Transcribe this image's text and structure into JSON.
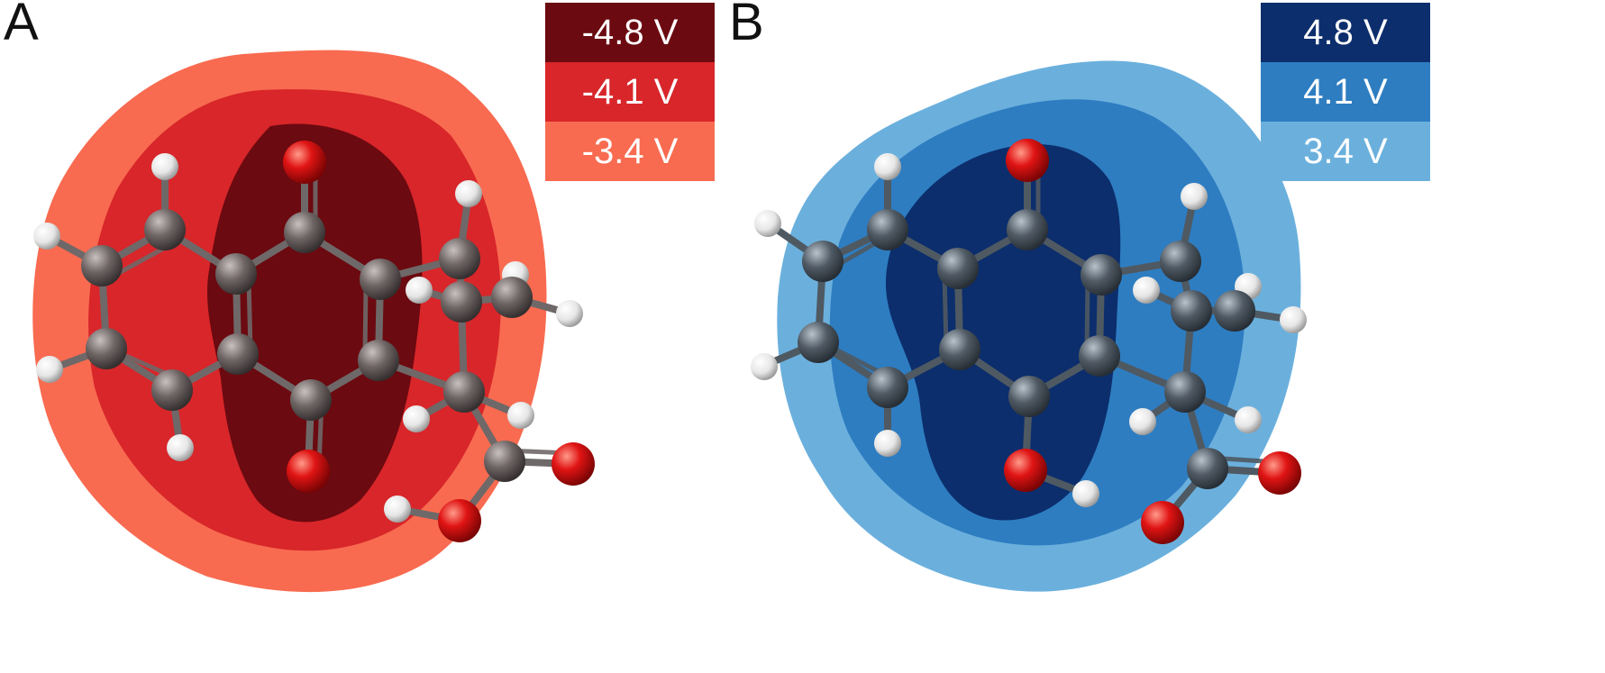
{
  "panels": [
    {
      "label": "A",
      "legend": [
        {
          "text": "-4.8 V",
          "color": "#6b0a10"
        },
        {
          "text": "-4.1 V",
          "color": "#d8262a"
        },
        {
          "text": "-3.4 V",
          "color": "#f86b50"
        }
      ]
    },
    {
      "label": "B",
      "legend": [
        {
          "text": "4.8 V",
          "color": "#0c2e6c"
        },
        {
          "text": "4.1 V",
          "color": "#2e7dc1"
        },
        {
          "text": "3.4 V",
          "color": "#6bb0dd"
        }
      ]
    }
  ],
  "colors": {
    "oxygen": "#e01414",
    "hydrogen": "#f2f2f2",
    "carbon_a": "#6e6464",
    "carbon_b": "#505a64",
    "bond_a": "#6f6868",
    "bond_b": "#4f5962"
  }
}
